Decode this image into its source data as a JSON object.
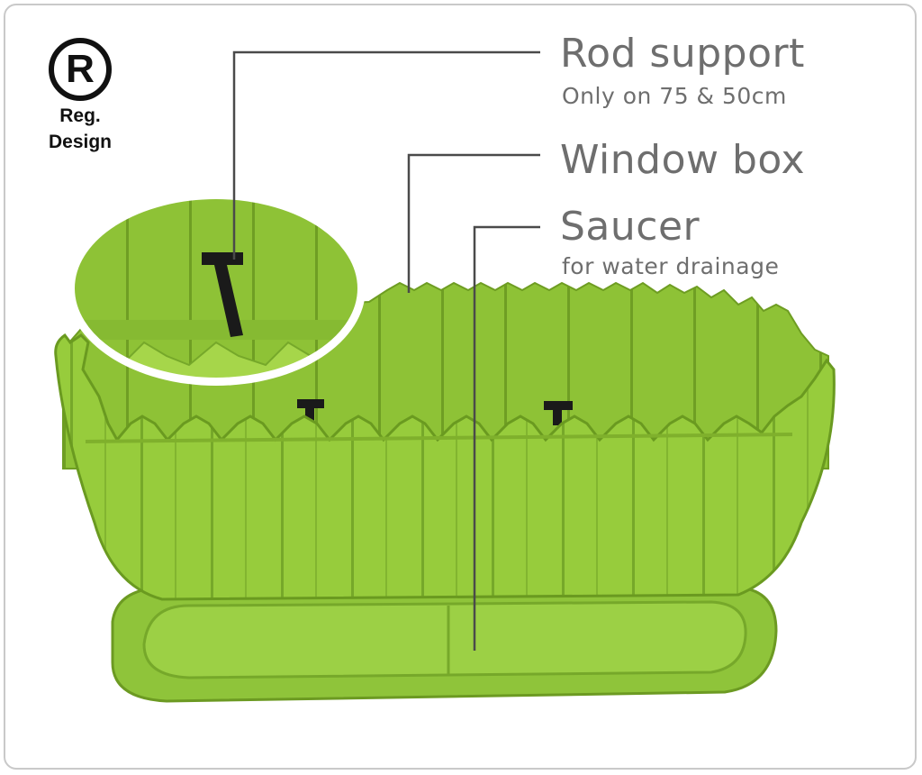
{
  "badge": {
    "symbol": "R",
    "line1": "Reg.",
    "line2": "Design"
  },
  "callouts": {
    "rod_support": {
      "title": "Rod support",
      "subtitle": "Only on 75 & 50cm"
    },
    "window_box": {
      "title": "Window box"
    },
    "saucer": {
      "title": "Saucer",
      "subtitle": "for water drainage"
    }
  },
  "colors": {
    "planter_green": "#94c93a",
    "planter_light": "#a6d64a",
    "planter_dark": "#6e9d22",
    "label_gray": "#6e6e6e",
    "leader_line": "#4a4a4a",
    "rod_black": "#1a1a1a"
  }
}
